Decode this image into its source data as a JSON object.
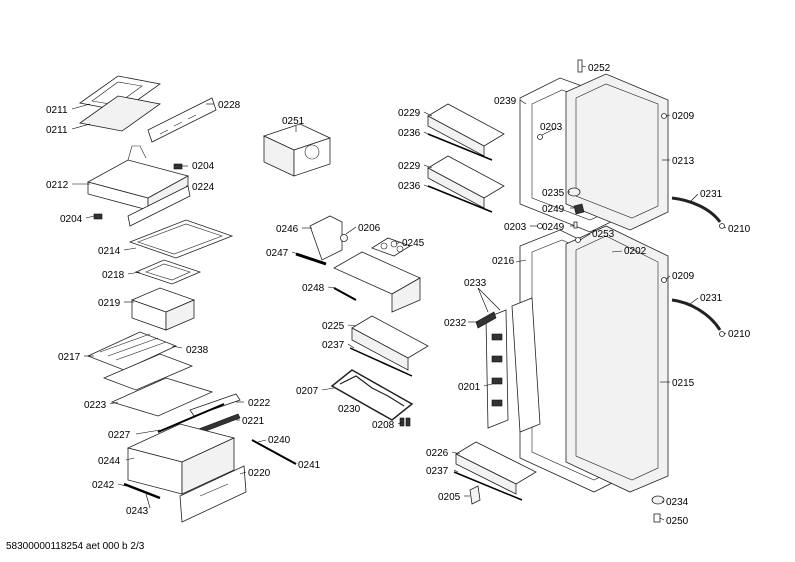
{
  "footer_text": "58300000118254 aet 000 b 2/3",
  "labels": {
    "l0211a": "0211",
    "l0211b": "0211",
    "l0228": "0228",
    "l0251": "0251",
    "l0204a": "0204",
    "l0212": "0212",
    "l0224": "0224",
    "l0204b": "0204",
    "l0214": "0214",
    "l0218": "0218",
    "l0219": "0219",
    "l0217": "0217",
    "l0238": "0238",
    "l0223": "0223",
    "l0222": "0222",
    "l0227": "0227",
    "l0221": "0221",
    "l0244": "0244",
    "l0240": "0240",
    "l0241": "0241",
    "l0220": "0220",
    "l0242": "0242",
    "l0243": "0243",
    "l0246": "0246",
    "l0206": "0206",
    "l0247": "0247",
    "l0245": "0245",
    "l0248": "0248",
    "l0225": "0225",
    "l0237a": "0237",
    "l0207": "0207",
    "l0230": "0230",
    "l0208": "0208",
    "l0229a": "0229",
    "l0236a": "0236",
    "l0229b": "0229",
    "l0236b": "0236",
    "l0239": "0239",
    "l0203a": "0203",
    "l0252": "0252",
    "l0209a": "0209",
    "l0213": "0213",
    "l0235": "0235",
    "l0249a": "0249",
    "l0249b": "0249",
    "l0231a": "0231",
    "l0210a": "0210",
    "l0203b": "0203",
    "l0253": "0253",
    "l0202": "0202",
    "l0216": "0216",
    "l0209b": "0209",
    "l0233": "0233",
    "l0232": "0232",
    "l0231b": "0231",
    "l0210b": "0210",
    "l0201": "0201",
    "l0215": "0215",
    "l0226": "0226",
    "l0237b": "0237",
    "l0205": "0205",
    "l0234": "0234",
    "l0250": "0250"
  }
}
